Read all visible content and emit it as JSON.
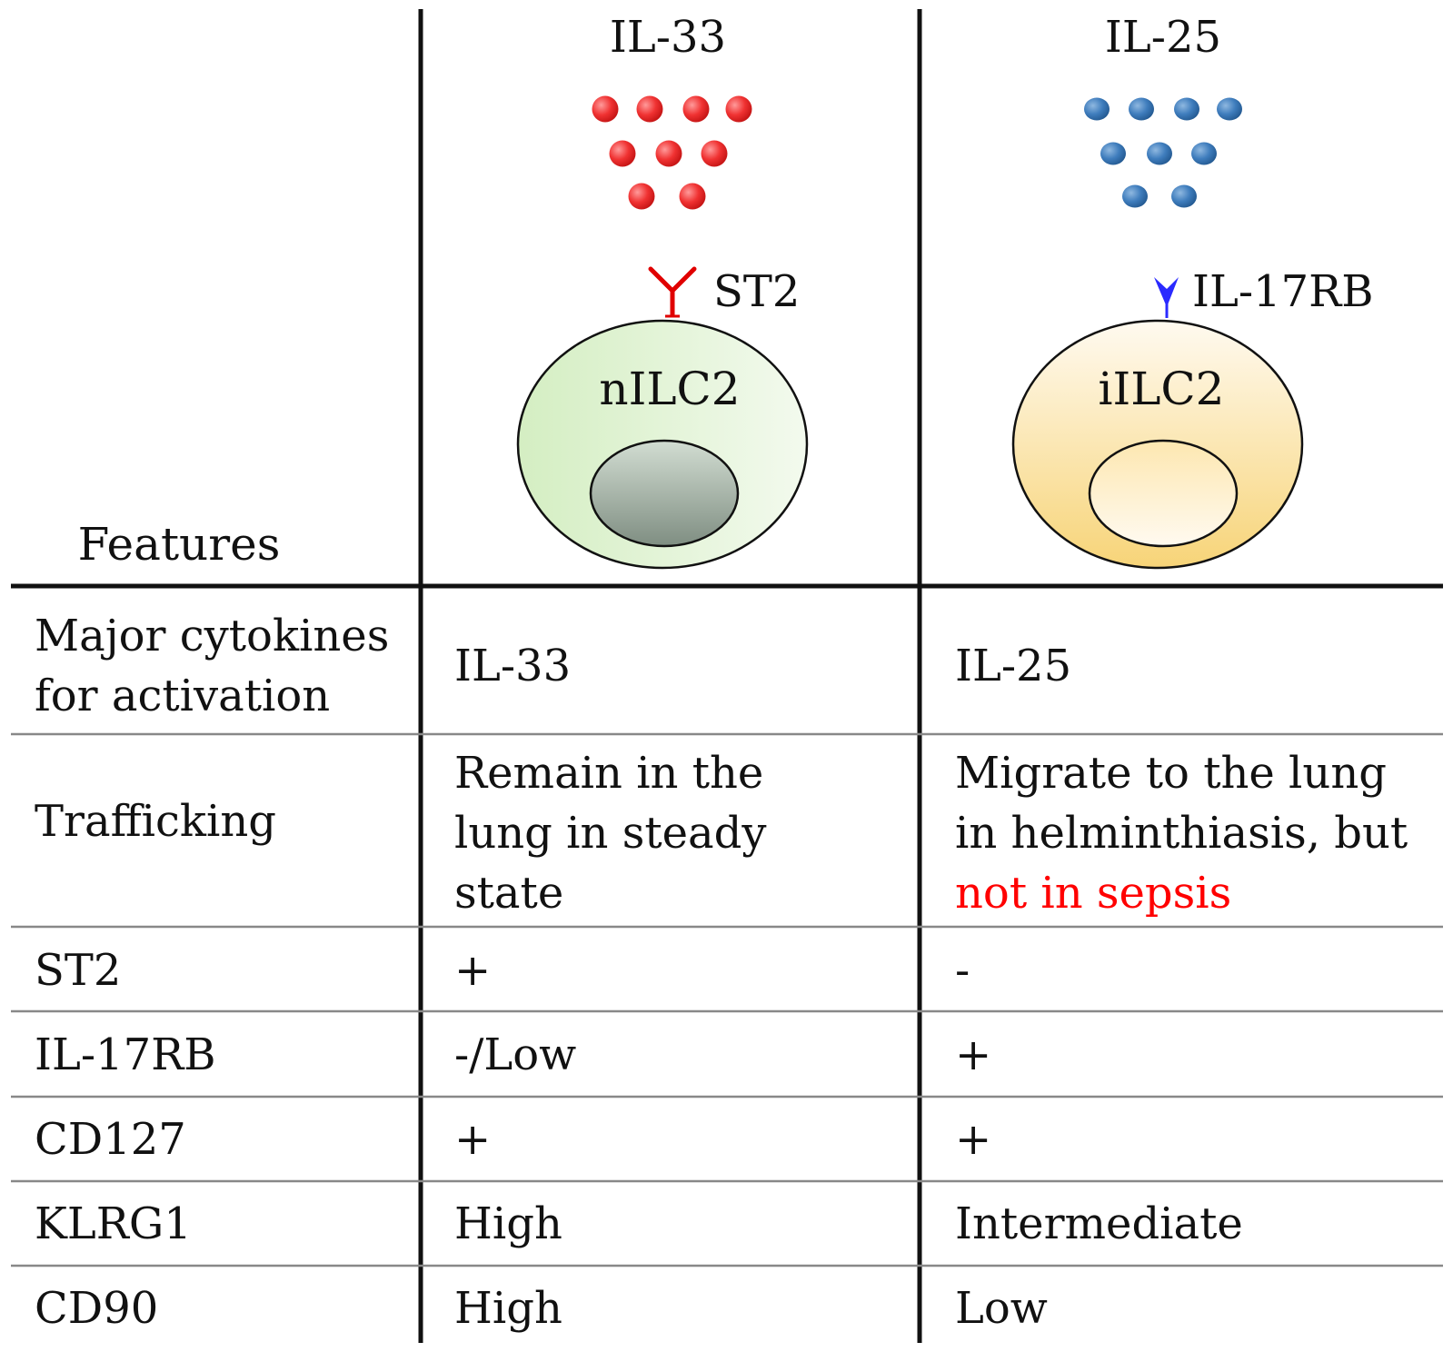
{
  "header": {
    "features_label": "Features",
    "il33_title": "IL-33",
    "il25_title": "IL-25",
    "st2_receptor_label": "ST2",
    "il17rb_receptor_label": "IL-17RB",
    "nilc2_label": "nILC2",
    "iilc2_label": "iILC2"
  },
  "colors": {
    "il33_dot": "#e8222a",
    "il25_dot": "#3a79b8",
    "st2_receptor": "#e00000",
    "il17rb_receptor": "#2a2aff",
    "nilc2_cell": "#d9f0c8",
    "nilc2_nucleus": "#9aa89a",
    "iilc2_cell": "#f8d98a",
    "iilc2_nucleus": "#fff3cf",
    "highlight_text": "#ff0000"
  },
  "rows": [
    {
      "feature": [
        "Major cytokines",
        "for activation"
      ],
      "nilc2": [
        "IL-33"
      ],
      "iilc2": [
        "IL-25"
      ]
    },
    {
      "feature": [
        "Trafficking"
      ],
      "nilc2": [
        "Remain in the",
        "lung in steady",
        "state"
      ],
      "iilc2": [
        "Migrate to the lung",
        "in helminthiasis, but"
      ],
      "iilc2_highlight": "not in sepsis"
    },
    {
      "feature": [
        "ST2"
      ],
      "nilc2": [
        "+"
      ],
      "iilc2": [
        "-"
      ]
    },
    {
      "feature": [
        "IL-17RB"
      ],
      "nilc2": [
        "-/Low"
      ],
      "iilc2": [
        "+"
      ]
    },
    {
      "feature": [
        "CD127"
      ],
      "nilc2": [
        "+"
      ],
      "iilc2": [
        "+"
      ]
    },
    {
      "feature": [
        "KLRG1"
      ],
      "nilc2": [
        "High"
      ],
      "iilc2": [
        "Intermediate"
      ]
    },
    {
      "feature": [
        "CD90"
      ],
      "nilc2": [
        "High"
      ],
      "iilc2": [
        "Low"
      ]
    }
  ]
}
